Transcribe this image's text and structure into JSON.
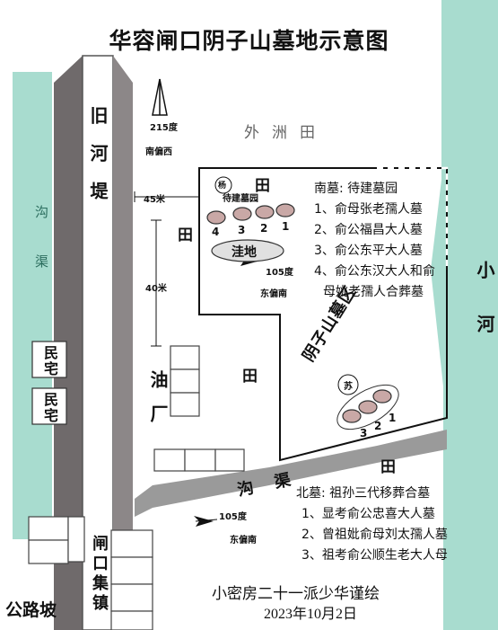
{
  "title": "华容闸口阴子山墓地示意图",
  "compass": {
    "degree": "215度",
    "direction": "南偏西"
  },
  "areas": {
    "outer_field": "外洲田",
    "field": "田",
    "yang": "杨",
    "su": "苏",
    "pending_garden": "待建墓园",
    "depression": "洼地",
    "cemetery_zone": "阴子山墓区",
    "oil_factory": "油厂",
    "ditch": "沟渠",
    "ditch_left": "沟渠"
  },
  "labels": {
    "old_levee": "旧河堤",
    "residence1": "民宅",
    "residence2": "民宅",
    "river": "小河",
    "zhakou_town": "闸口集镇",
    "road_slope": "公路坡"
  },
  "measures": {
    "d45": "45米",
    "d40": "40米",
    "angle1": "105度",
    "dir1": "东偏南",
    "angle2": "105度",
    "dir2": "东偏南"
  },
  "south_graves": [
    "4",
    "3",
    "2",
    "1"
  ],
  "north_graves": [
    "3",
    "2",
    "1"
  ],
  "south_legend": {
    "heading": "南墓: 待建墓园",
    "items": [
      "1、俞母张老孺人墓",
      "2、俞公福昌大人墓",
      "3、俞公东平大人墓",
      "4、俞公东汉大人和俞",
      "母姚老孺人合葬墓"
    ]
  },
  "north_legend": {
    "heading": "北墓: 祖孙三代移葬合墓",
    "items": [
      "1、显考俞公忠喜大人墓",
      "2、曾祖妣俞母刘太孺人墓",
      "3、祖考俞公顺生老大人母"
    ]
  },
  "credit": {
    "author": "小密房二十一派少华谨绘",
    "date": "2023年10月2日"
  },
  "colors": {
    "water": "#a8dccf",
    "levee": "#6f6a6b",
    "grave": "#c9a8a6",
    "road": "#9a9a9a"
  }
}
